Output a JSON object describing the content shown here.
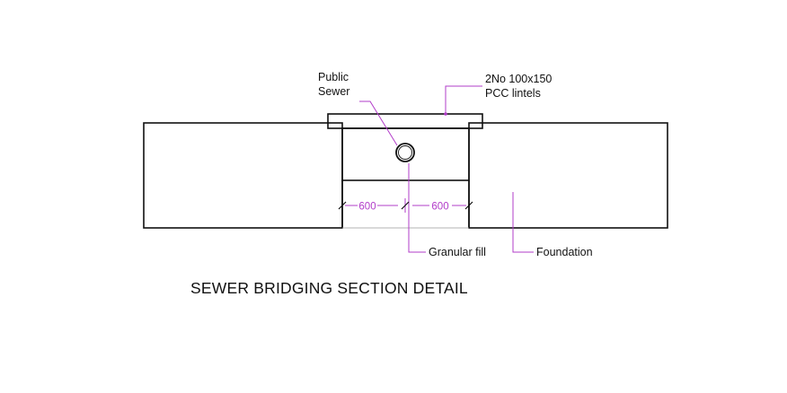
{
  "labels": {
    "public_sewer_line1": "Public",
    "public_sewer_line2": "Sewer",
    "lintels_line1": "2No 100x150",
    "lintels_line2": "PCC lintels",
    "granular_fill": "Granular fill",
    "foundation": "Foundation"
  },
  "dimensions": {
    "left": "600",
    "right": "600"
  },
  "title": "SEWER BRIDGING SECTION DETAIL",
  "colors": {
    "line": "#111111",
    "leader": "#b23cc9"
  }
}
